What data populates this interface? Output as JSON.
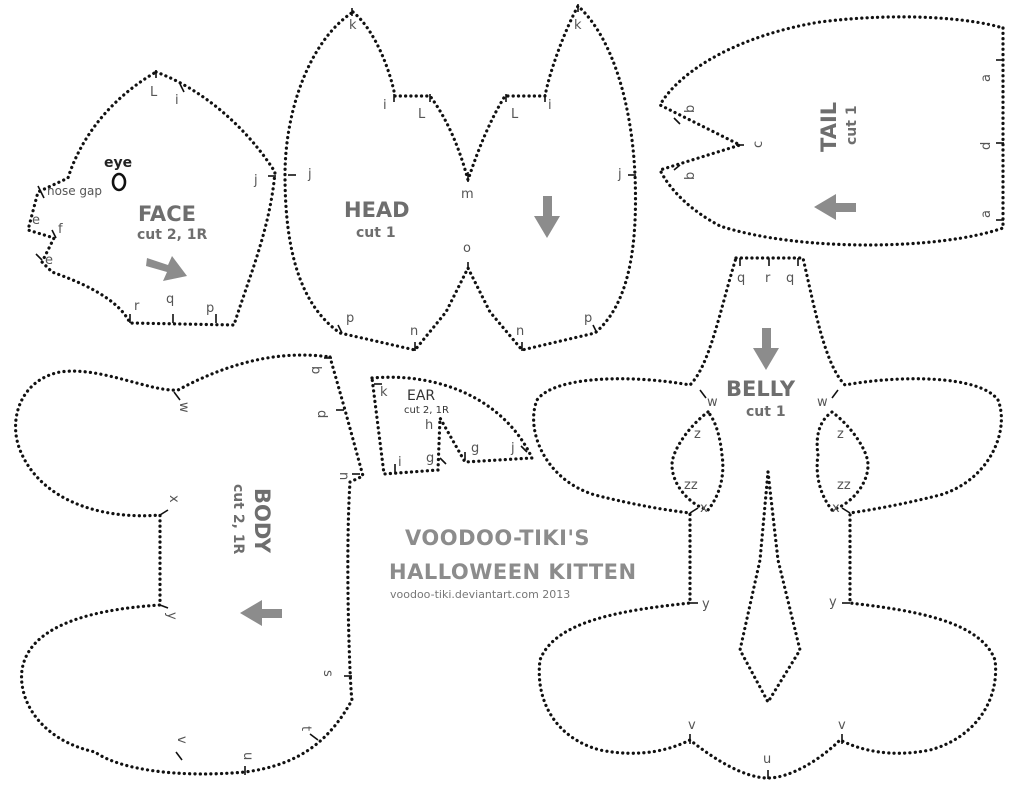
{
  "pieces": {
    "face": {
      "title": "FACE",
      "cut": "cut 2, 1R",
      "eye_label": "eye",
      "nose_gap_label": "nose gap",
      "marks": {
        "L": "L",
        "i": "i",
        "j": "j",
        "e1": "e",
        "f": "f",
        "e2": "e",
        "r": "r",
        "q": "q",
        "p": "p"
      }
    },
    "head": {
      "title": "HEAD",
      "cut": "cut 1",
      "marks": {
        "k1": "k",
        "k2": "k",
        "i1": "i",
        "L1": "L",
        "L2": "L",
        "i2": "i",
        "j1": "j",
        "j2": "j",
        "m": "m",
        "o": "o",
        "p1": "p",
        "n1": "n",
        "n2": "n",
        "p2": "p"
      }
    },
    "tail": {
      "title": "TAIL",
      "cut": "cut 1",
      "marks": {
        "a1": "a",
        "d": "d",
        "a2": "a",
        "b1": "b",
        "c": "c",
        "b2": "b"
      }
    },
    "ear": {
      "title": "EAR",
      "cut": "cut 2, 1R",
      "marks": {
        "k": "k",
        "h": "h",
        "g1": "g",
        "g2": "g",
        "i": "i",
        "j": "j"
      }
    },
    "body": {
      "title": "BODY",
      "cut": "cut 2, 1R",
      "marks": {
        "b": "b",
        "w": "w",
        "d": "d",
        "n": "n",
        "x": "x",
        "y": "y",
        "s": "s",
        "t": "t",
        "v": "v",
        "u": "u"
      }
    },
    "belly": {
      "title": "BELLY",
      "cut": "cut 1",
      "marks": {
        "q1": "q",
        "r": "r",
        "q2": "q",
        "w1": "w",
        "w2": "w",
        "z1": "z",
        "z2": "z",
        "zz1": "zz",
        "zz2": "zz",
        "x1": "x",
        "x2": "x",
        "y1": "y",
        "y2": "y",
        "v1": "v",
        "v2": "v",
        "u": "u"
      }
    }
  },
  "branding": {
    "line1": "VOODOO-TIKI'S",
    "line2": "HALLOWEEN KITTEN",
    "credit": "voodoo-tiki.deviantart.com 2013"
  },
  "colors": {
    "outline": "#111111",
    "label_gray": "#6e6e6e",
    "arrow_gray": "#8c8c8c"
  }
}
